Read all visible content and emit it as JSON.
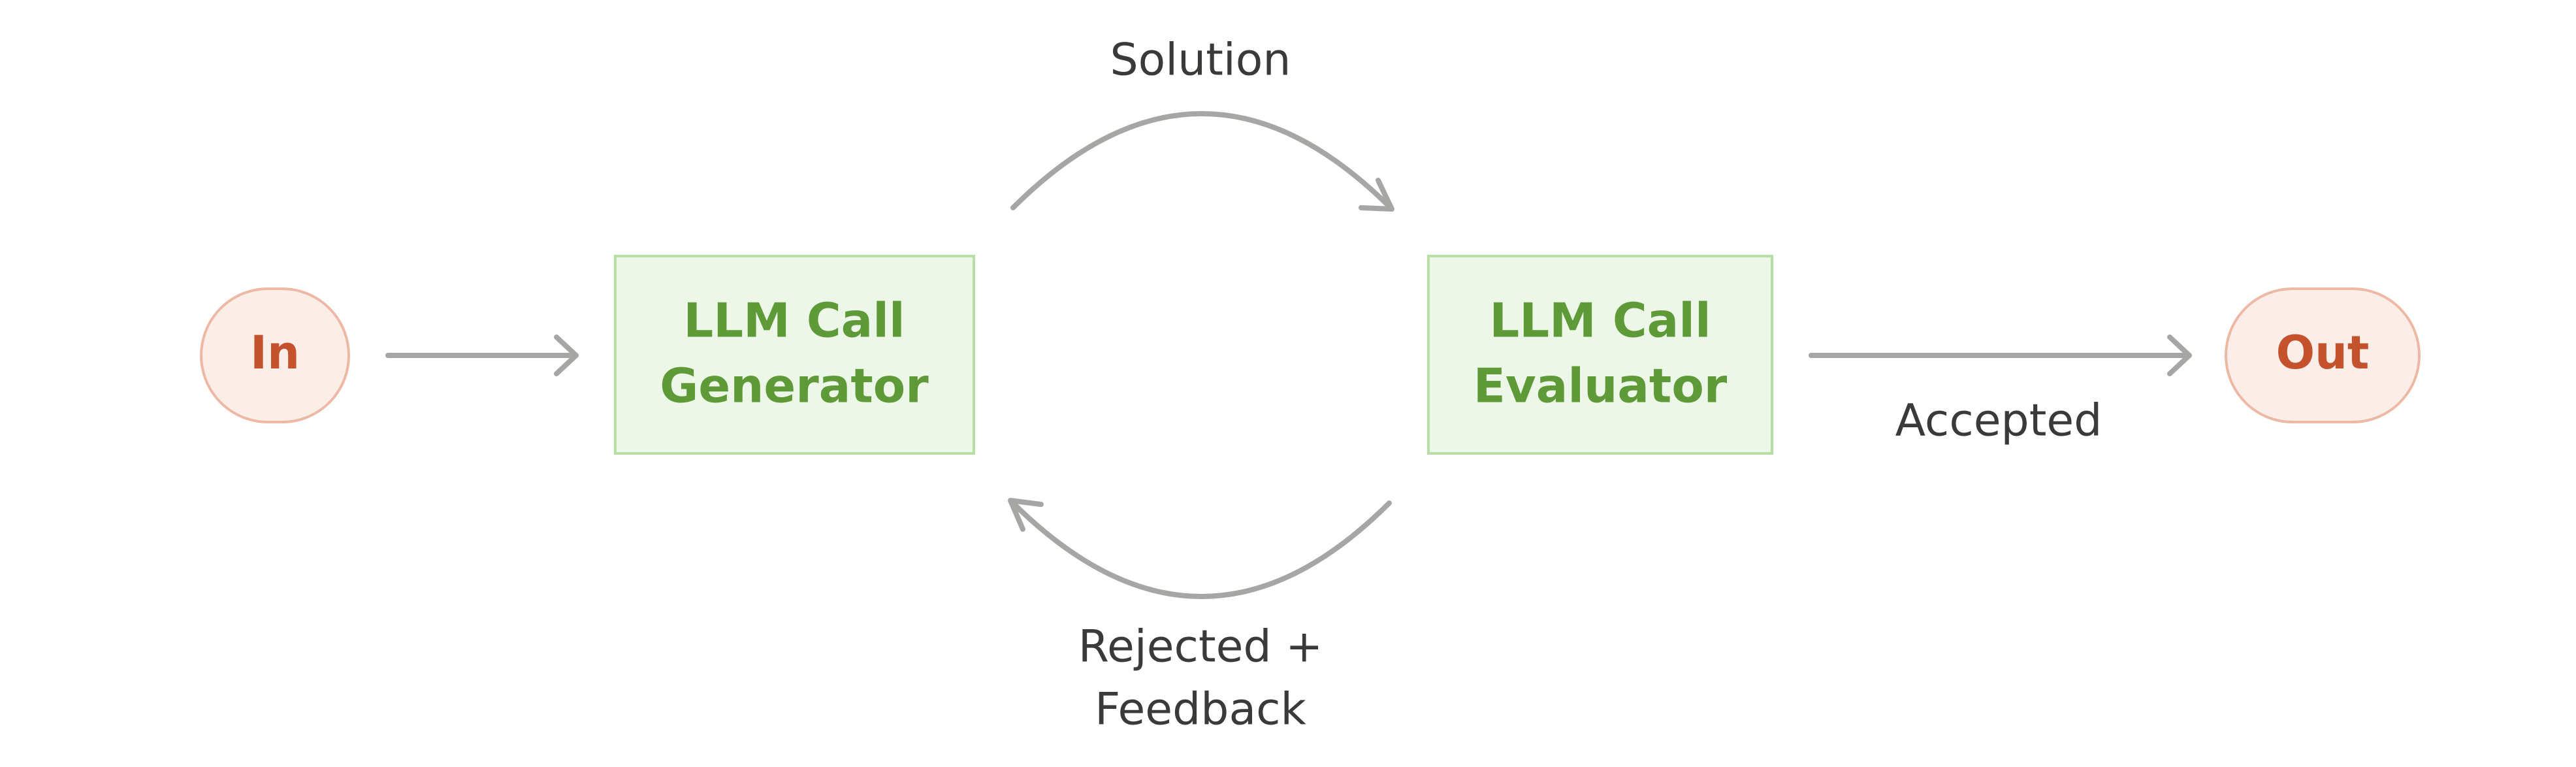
{
  "diagram": {
    "nodes": {
      "input": {
        "label": "In"
      },
      "generator": {
        "line1": "LLM Call",
        "line2": "Generator"
      },
      "evaluator": {
        "line1": "LLM Call",
        "line2": "Evaluator"
      },
      "output": {
        "label": "Out"
      }
    },
    "edges": {
      "solution": {
        "label": "Solution"
      },
      "feedback": {
        "line1": "Rejected +",
        "line2": "Feedback"
      },
      "accepted": {
        "label": "Accepted"
      }
    }
  },
  "colors": {
    "terminal_fill": "#FBEDE8",
    "terminal_stroke": "#EDB9A4",
    "terminal_text": "#C4522D",
    "llm_fill": "#EDF7E7",
    "llm_stroke": "#B6DFA4",
    "llm_text": "#5E9A38",
    "arrow": "#A6A6A4",
    "label_text": "#3A3A38"
  }
}
